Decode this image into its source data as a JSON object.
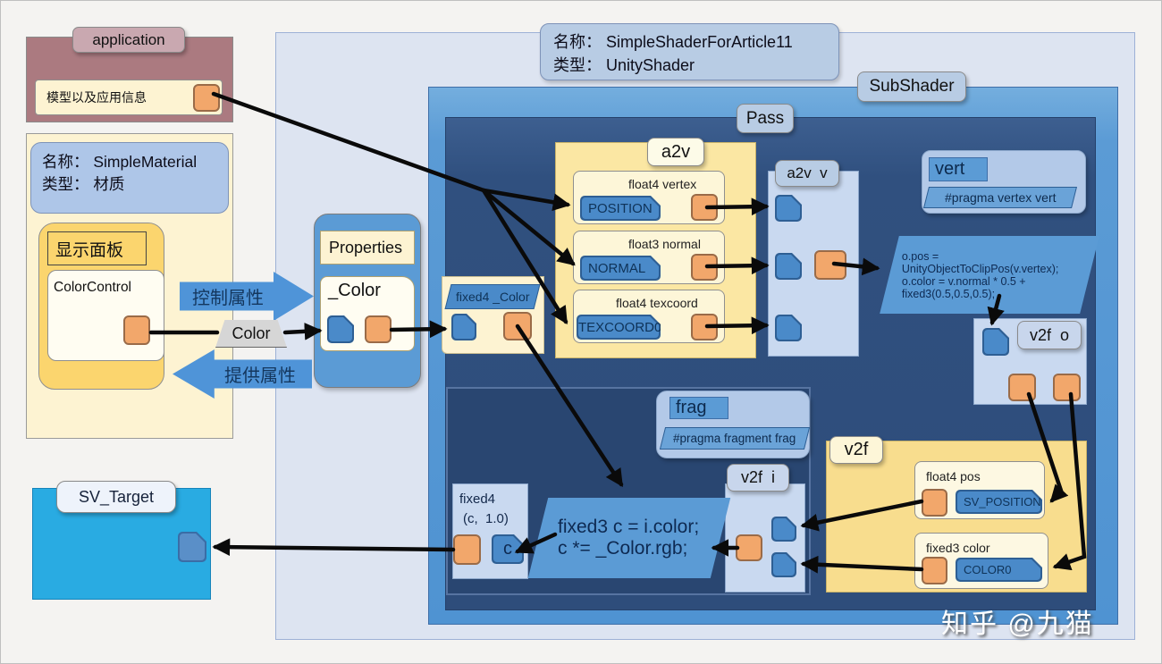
{
  "page": {
    "watermark": "知乎 @九猫"
  },
  "colors": {
    "accent_blue": "#5b9bd5",
    "pass_navy": "#2e4d7b",
    "shader_bg": "#dde4f1",
    "port_orange": "#f2a76b",
    "port_blue": "#4a8ac9",
    "target_cyan": "#29abe2",
    "cream": "#fdf3d2",
    "golden": "#fbd56e",
    "rose": "#ab7a80"
  },
  "application": {
    "title": "application",
    "field": "模型以及应用信息"
  },
  "material": {
    "name_line": "名称： SimpleMaterial",
    "type_line": "类型： 材质",
    "panel_title": "显示面板",
    "control_label": "ColorControl"
  },
  "flow": {
    "control": "控制属性",
    "provide": "提供属性",
    "param": "Color"
  },
  "properties": {
    "title": "Properties",
    "field": "_Color"
  },
  "shader": {
    "name_line": "名称： SimpleShaderForArticle11",
    "type_line": "类型： UnityShader",
    "subshader_label": "SubShader",
    "pass_label": "Pass"
  },
  "pass": {
    "a2v": {
      "title": "a2v",
      "fields": [
        {
          "type": "float4 vertex",
          "semantic": "POSITION"
        },
        {
          "type": "float3 normal",
          "semantic": "NORMAL"
        },
        {
          "type": "float4 texcoord",
          "semantic": "TEXCOORD0"
        }
      ]
    },
    "a2v_v_label": "a2v  v",
    "vert": {
      "title": "vert",
      "pragma": "#pragma vertex vert",
      "code": [
        "o.pos = UnityObjectToClipPos(v.vertex);",
        "o.color = v.normal * 0.5 + fixed3(0.5,0.5,0.5);"
      ]
    },
    "v2f_o_label": "v2f  o",
    "frag": {
      "title": "frag",
      "pragma": "#pragma fragment frag",
      "code": [
        "fixed3 c = i.color;",
        "c *= _Color.rgb;"
      ]
    },
    "v2f_i_label": "v2f  i",
    "fixed4_color_label": "fixed4 _Color",
    "fixed4_out": {
      "type": "fixed4",
      "args": "(c,  1.0)",
      "var": "c"
    },
    "v2f": {
      "title": "v2f",
      "fields": [
        {
          "type": "float4 pos",
          "semantic": "SV_POSITION"
        },
        {
          "type": "fixed3 color",
          "semantic": "COLOR0"
        }
      ]
    }
  },
  "sv_target": {
    "title": "SV_Target"
  }
}
